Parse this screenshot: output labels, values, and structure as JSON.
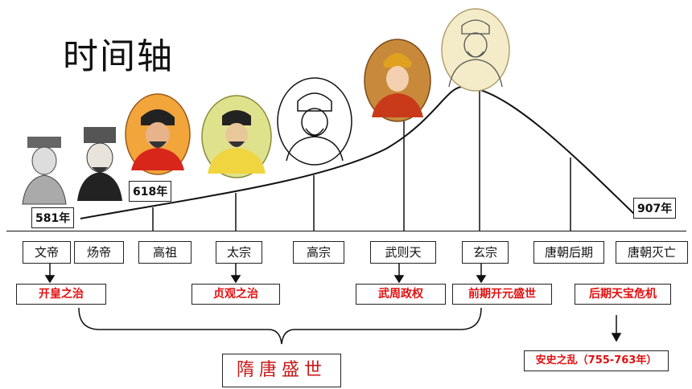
{
  "title": "时间轴",
  "years": {
    "start": "581年",
    "tang_founding": "618年",
    "end": "907年"
  },
  "rulers": [
    {
      "label": "文帝"
    },
    {
      "label": "炀帝"
    },
    {
      "label": "高祖"
    },
    {
      "label": "太宗"
    },
    {
      "label": "高宗"
    },
    {
      "label": "武则天"
    },
    {
      "label": "玄宗"
    },
    {
      "label": "唐朝后期"
    },
    {
      "label": "唐朝灭亡"
    }
  ],
  "eras": [
    {
      "label": "开皇之治"
    },
    {
      "label": "贞观之治"
    },
    {
      "label": "武周政权"
    },
    {
      "label": "前期开元盛世"
    },
    {
      "label": "后期天宝危机"
    }
  ],
  "banner": "隋唐盛世",
  "final_event": "安史之乱（755-763年）",
  "colors": {
    "era_text": "#e01010",
    "banner_text": "#c81818"
  },
  "portrait_icons": [
    "emperor-portrait-icon",
    "emperor-portrait-icon",
    "emperor-portrait-icon",
    "emperor-portrait-icon",
    "emperor-portrait-icon",
    "empress-portrait-icon",
    "emperor-portrait-icon"
  ]
}
